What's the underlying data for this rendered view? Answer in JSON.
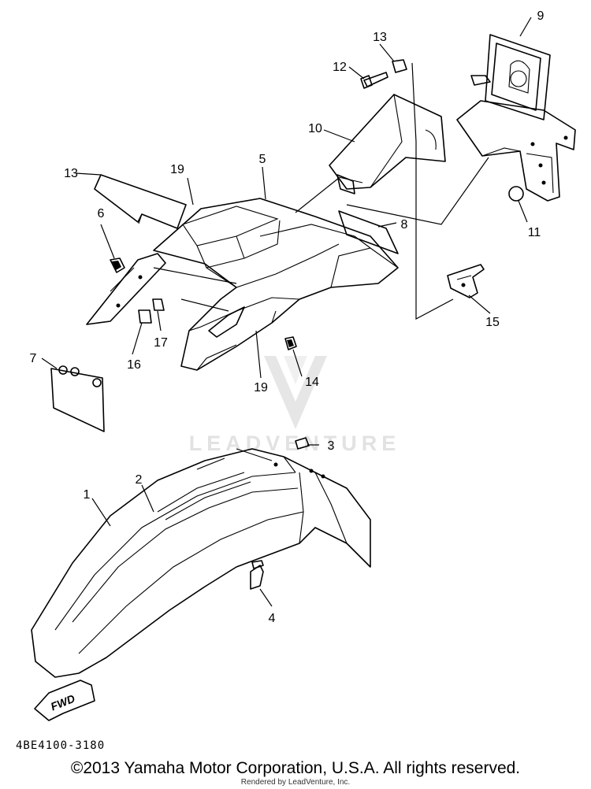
{
  "diagram": {
    "callouts": [
      "1",
      "2",
      "3",
      "4",
      "5",
      "6",
      "7",
      "8",
      "9",
      "10",
      "11",
      "12",
      "13",
      "13",
      "14",
      "15",
      "16",
      "17",
      "19",
      "19"
    ],
    "fwd_label": "FWD",
    "doc_code": "4BE4100-3180",
    "watermark": "LEADVENTURE"
  },
  "footer": {
    "copyright": "©2013 Yamaha Motor Corporation, U.S.A. All rights reserved.",
    "rendered_by": "Rendered by LeadVenture, Inc."
  }
}
